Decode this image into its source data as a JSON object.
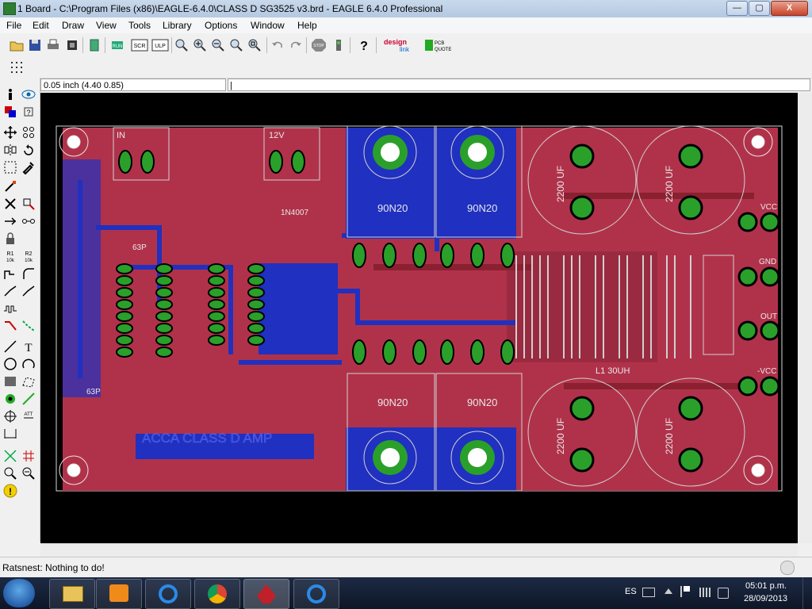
{
  "window": {
    "title": "1 Board - C:\\Program Files (x86)\\EAGLE-6.4.0\\CLASS D SG3525 v3.brd - EAGLE 6.4.0 Professional",
    "controls": {
      "minimize": "—",
      "maximize": "▢",
      "close": "X"
    }
  },
  "menu": [
    "File",
    "Edit",
    "Draw",
    "View",
    "Tools",
    "Library",
    "Options",
    "Window",
    "Help"
  ],
  "toolbar": {
    "icons": [
      "open-icon",
      "save-icon",
      "print-icon",
      "cam-icon",
      "board-icon",
      "script-icon",
      "scr-icon",
      "ulp-icon",
      "zoom-fit-icon",
      "zoom-in-icon",
      "zoom-out-icon",
      "zoom-redraw-icon",
      "zoom-select-icon",
      "undo-icon",
      "redo-icon",
      "stop-icon",
      "go-icon",
      "help-icon",
      "design-link-icon",
      "pcb-quote-icon"
    ],
    "scr_label": "SCR",
    "ulp_label": "ULP",
    "stop_label": "STOP",
    "designlink_label": "design link",
    "pcbquote_label": "PCB QUOTE"
  },
  "coordinate_display": "0.05 inch (4.40 0.85)",
  "command_line": "|",
  "board": {
    "title_text": "ACCA CLASS D AMP",
    "labels": {
      "in": "IN",
      "v12": "12V",
      "diode": "1N4007",
      "pot1": "63P",
      "pot2": "63P",
      "mosfet": "90N20",
      "cap": "2200 UF",
      "inductor": "L1 30UH",
      "vcc": "VCC",
      "gnd": "GND",
      "out": "OUT",
      "neg_vcc": "-VCC"
    },
    "colors": {
      "top": "#b0324a",
      "bottom": "#2030c0",
      "pads": "#2aa02a",
      "outline": "#d8d8d8"
    }
  },
  "status": "Ratsnest: Nothing to do!",
  "taskbar": {
    "apps": [
      "explorer",
      "media-player",
      "ie",
      "chrome",
      "eagle",
      "ie2"
    ],
    "language": "ES",
    "time": "05:01 p.m.",
    "date": "28/09/2013"
  }
}
